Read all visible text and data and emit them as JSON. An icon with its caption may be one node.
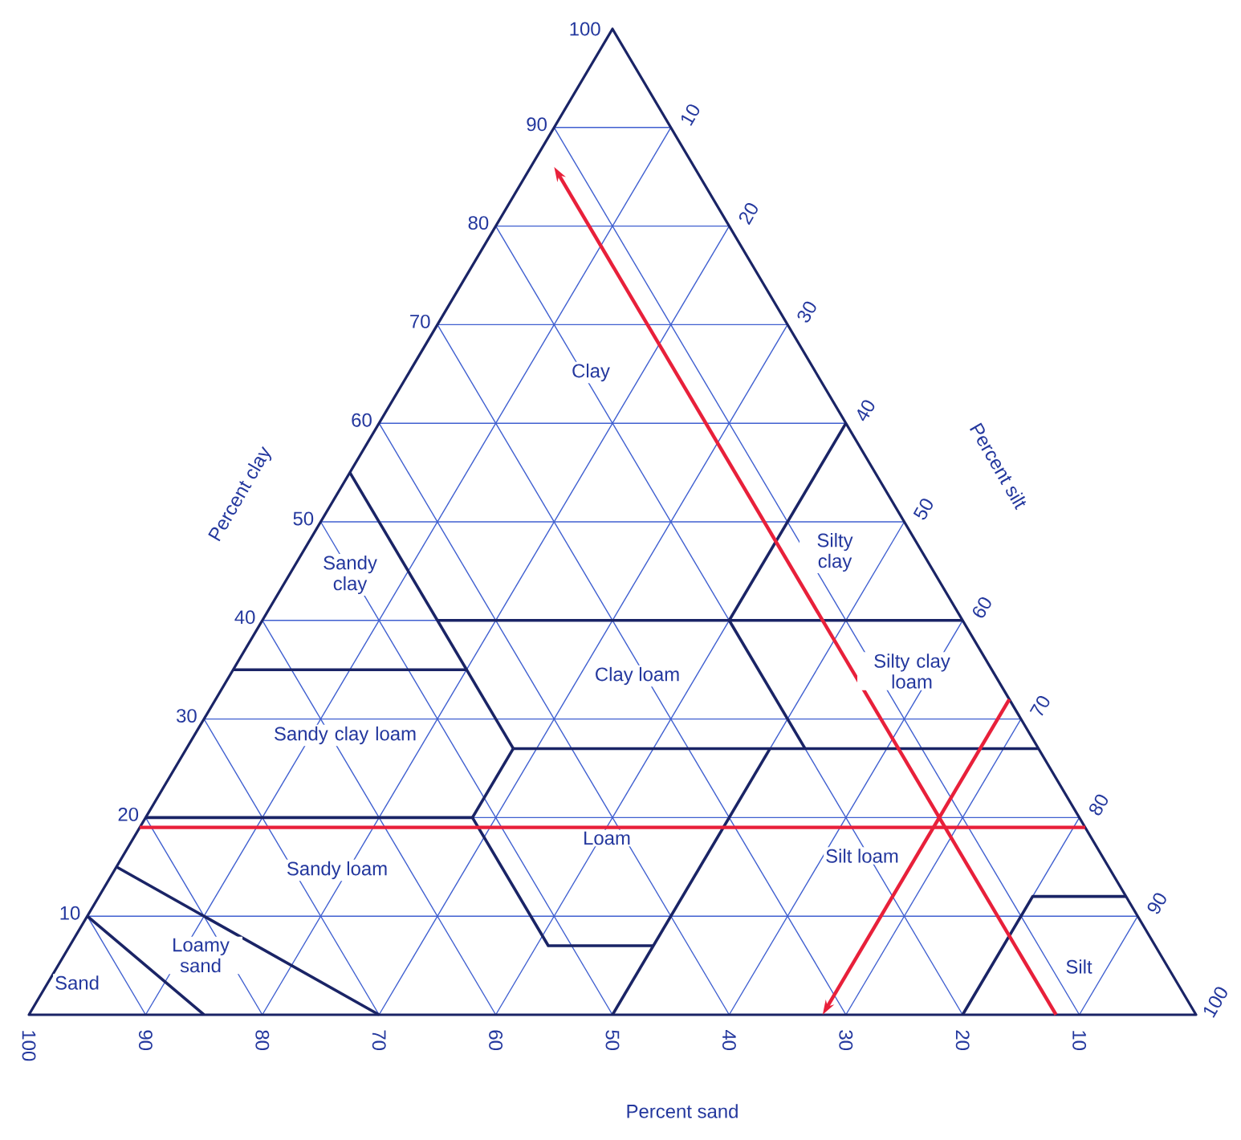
{
  "diagram": {
    "labels": [
      "100",
      "90",
      "80",
      "70",
      "60",
      "50",
      "40",
      "30",
      "20",
      "10",
      "10",
      "20",
      "30",
      "40",
      "50",
      "60",
      "70",
      "80",
      "90",
      "100",
      "Clay",
      "Silty clay",
      "Sandy clay",
      "Clay loam",
      "Silty clay loam",
      "Sandy clay loam",
      "Loam",
      "Silt loam",
      "Sandy loam",
      "Loamy sand",
      "Sand",
      "Silt",
      "100",
      "90",
      "80",
      "70",
      "60",
      "50",
      "40",
      "30",
      "20",
      "10",
      "Percent clay",
      "Percent silt",
      "Percent sand"
    ]
  }
}
